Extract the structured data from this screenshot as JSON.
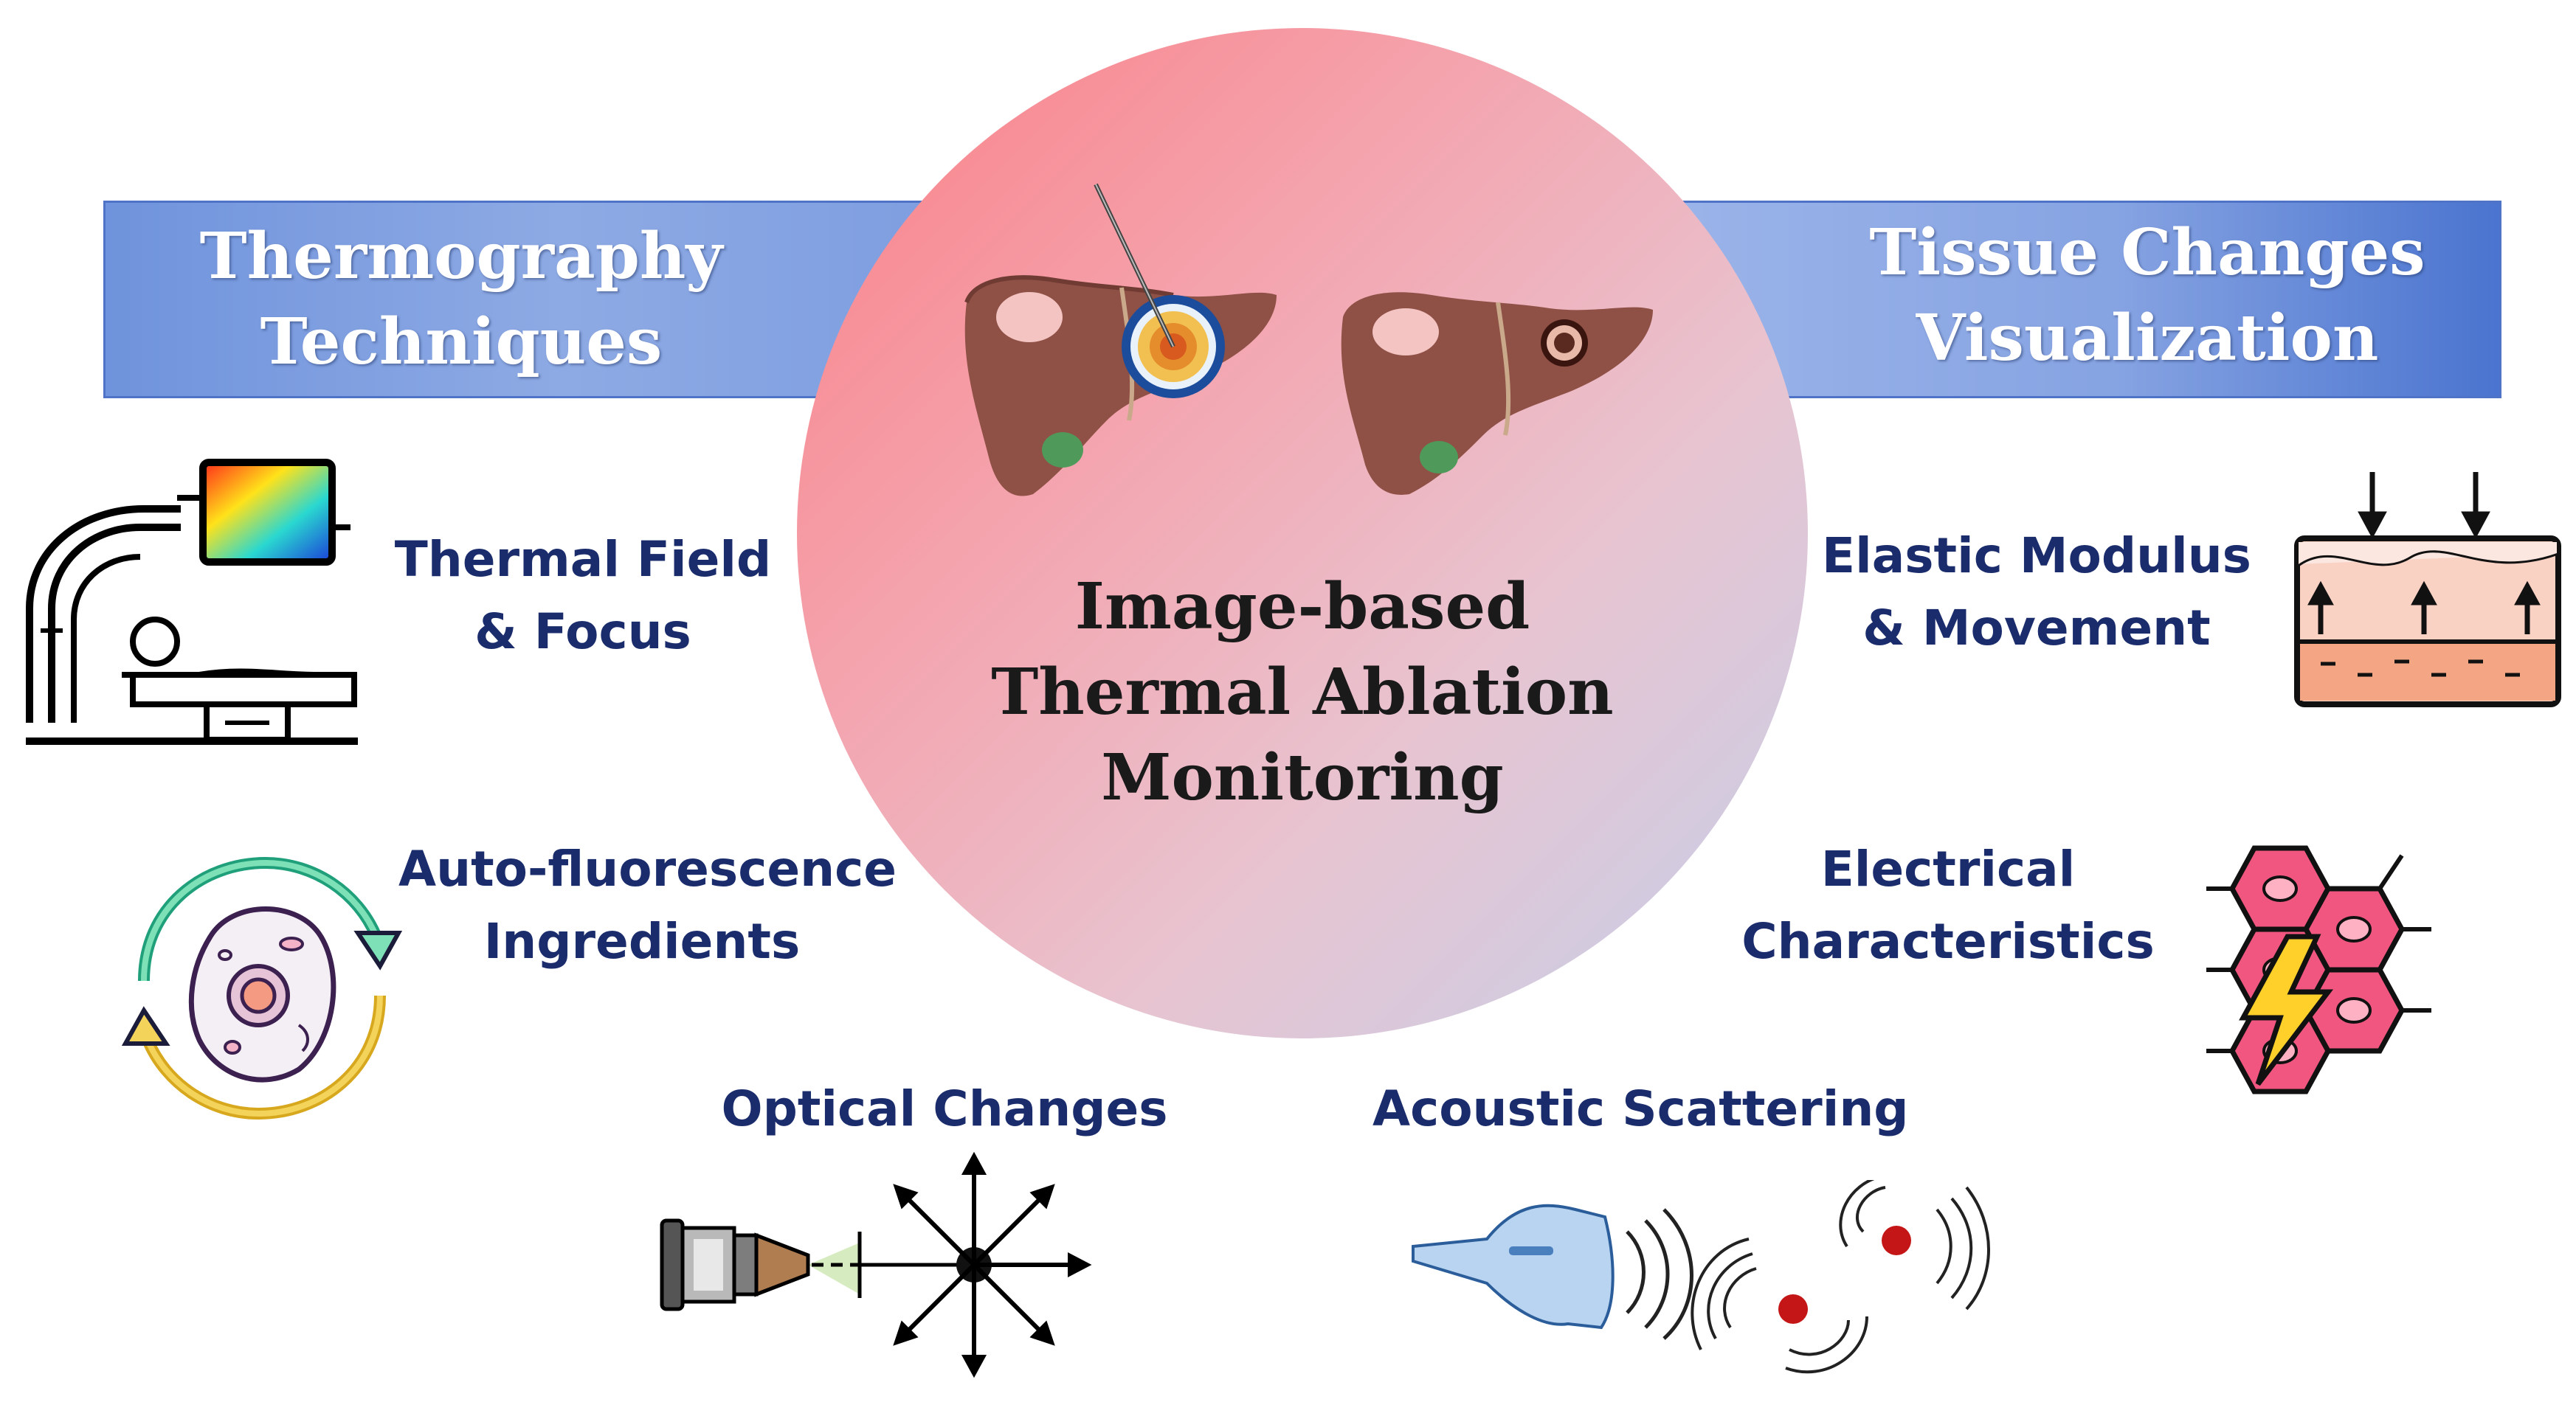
{
  "left_banner": {
    "line1": "Thermography",
    "line2": "Techniques"
  },
  "right_banner": {
    "line1": "Tissue Changes",
    "line2": "Visualization"
  },
  "center": {
    "line1": "Image-based",
    "line2": "Thermal Ablation",
    "line3": "Monitoring"
  },
  "items": {
    "thermal_field": {
      "line1": "Thermal Field",
      "line2": "& Focus"
    },
    "autofluorescence": {
      "line1": "Auto-fluorescence",
      "line2": "Ingredients"
    },
    "optical": {
      "line1": "Optical Changes"
    },
    "acoustic": {
      "line1": "Acoustic Scattering"
    },
    "electrical": {
      "line1": "Electrical",
      "line2": "Characteristics"
    },
    "elastic": {
      "line1": "Elastic Modulus",
      "line2": "& Movement"
    }
  },
  "icons": [
    "mri-scanner-icon",
    "cell-cycle-icon",
    "light-scatter-icon",
    "ultrasound-probe-icon",
    "tissue-cells-lightning-icon",
    "tissue-compression-icon",
    "liver-ablation-icon",
    "liver-lesion-icon"
  ],
  "colors": {
    "label_text": "#1a2c6b",
    "banner": "#7e9ee0",
    "circle_start": "#fa7f86",
    "circle_end": "#c4cfea"
  }
}
